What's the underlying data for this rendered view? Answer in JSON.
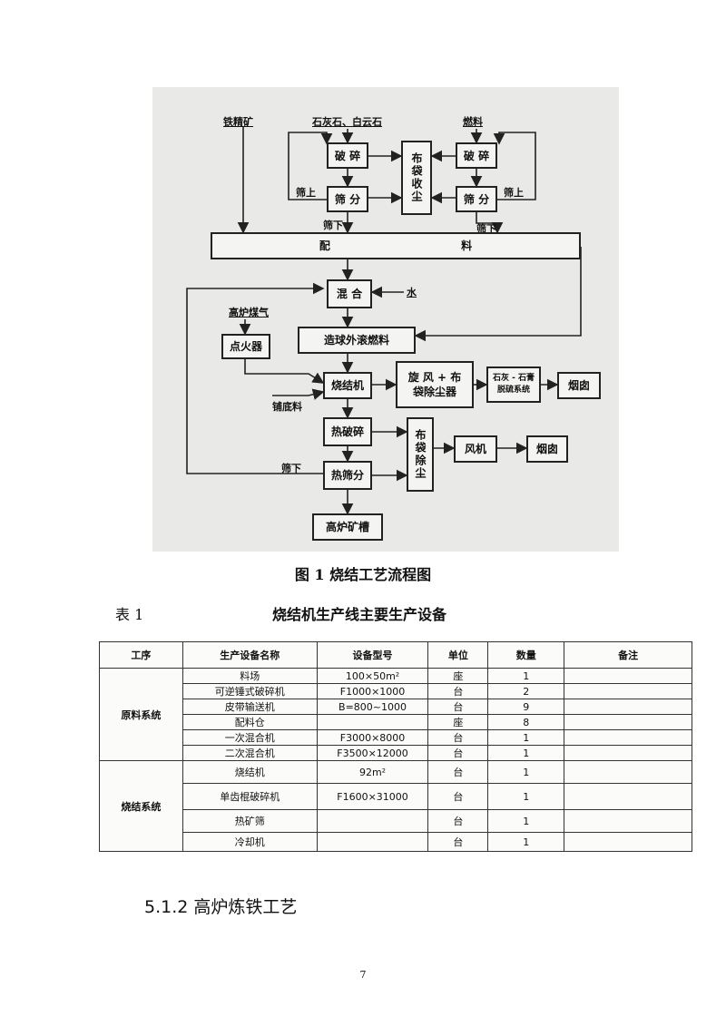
{
  "flowchart": {
    "inputs": {
      "iron_ore": "铁精矿",
      "limestone": "石灰石、白云石",
      "fuel": "燃料",
      "bf_gas": "高炉煤气",
      "water": "水",
      "bedding": "铺底料"
    },
    "boxes": {
      "crush_left": "破 碎",
      "screen_left": "筛 分",
      "bag_dust1": "布袋收尘",
      "crush_right": "破 碎",
      "screen_right": "筛 分",
      "batching": "配 料",
      "mixing": "混 合",
      "igniter": "点火器",
      "pellet_fuel": "造球外滚燃料",
      "sinter_machine": "烧结机",
      "cyclone": "旋 风 + 布 袋除尘器",
      "desulf": "石灰 - 石膏 脱硫系统",
      "chimney1": "烟囱",
      "hot_crush": "热破碎",
      "bag_dust2": "布袋除尘",
      "fan": "风机",
      "chimney2": "烟囱",
      "hot_screen": "热筛分",
      "bf_trough": "高炉矿槽"
    },
    "labels": {
      "oversize_left": "筛上",
      "oversize_right": "筛上",
      "undersize_left": "筛下",
      "undersize_right": "筛下",
      "undersize_bottom": "筛下"
    }
  },
  "figure_caption": "图 1 烧结工艺流程图",
  "table": {
    "number": "表 1",
    "title": "烧结机生产线主要生产设备",
    "headers": [
      "工序",
      "生产设备名称",
      "设备型号",
      "单位",
      "数量",
      "备注"
    ],
    "groups": [
      {
        "name": "原料系统",
        "rows": [
          {
            "name": "料场",
            "model": "100×50m²",
            "unit": "座",
            "qty": "1",
            "note": ""
          },
          {
            "name": "可逆锤式破碎机",
            "model": "F1000×1000",
            "unit": "台",
            "qty": "2",
            "note": ""
          },
          {
            "name": "皮带输送机",
            "model": "B=800~1000",
            "unit": "台",
            "qty": "9",
            "note": ""
          },
          {
            "name": "配料仓",
            "model": "",
            "unit": "座",
            "qty": "8",
            "note": ""
          },
          {
            "name": "一次混合机",
            "model": "F3000×8000",
            "unit": "台",
            "qty": "1",
            "note": ""
          },
          {
            "name": "二次混合机",
            "model": "F3500×12000",
            "unit": "台",
            "qty": "1",
            "note": ""
          }
        ]
      },
      {
        "name": "烧结系统",
        "rows": [
          {
            "name": "烧结机",
            "model": "92m²",
            "unit": "台",
            "qty": "1",
            "note": ""
          },
          {
            "name": "单齿棍破碎机",
            "model": "F1600×31000",
            "unit": "台",
            "qty": "1",
            "note": ""
          },
          {
            "name": "热矿筛",
            "model": "",
            "unit": "台",
            "qty": "1",
            "note": ""
          },
          {
            "name": "冷却机",
            "model": "",
            "unit": "台",
            "qty": "1",
            "note": ""
          }
        ]
      }
    ]
  },
  "section_heading": "5.1.2 高炉炼铁工艺",
  "page_number": "7"
}
